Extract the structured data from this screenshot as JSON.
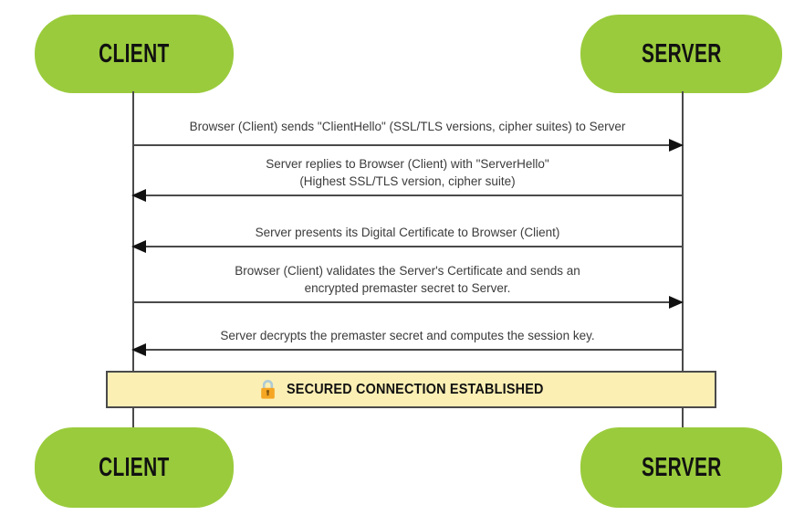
{
  "diagram": {
    "title": "SSL/TLS Handshake Sequence Diagram",
    "type": "sequence-diagram",
    "colors": {
      "actor_fill": "#9ACB3C",
      "banner_fill": "#FBEFB4",
      "line": "#4a4a4a",
      "text": "#3b3b3b",
      "lock_body": "#F5A623",
      "lock_shackle": "#AECBD6"
    }
  },
  "actors": {
    "client_top": "CLIENT",
    "server_top": "SERVER",
    "client_bottom": "CLIENT",
    "server_bottom": "SERVER"
  },
  "messages": [
    {
      "text": "Browser (Client) sends \"ClientHello\" (SSL/TLS versions, cipher suites) to Server",
      "direction": "right"
    },
    {
      "text": "Server replies to Browser (Client) with \"ServerHello\"\n(Highest SSL/TLS version, cipher suite)",
      "direction": "left"
    },
    {
      "text": "Server presents its Digital Certificate to Browser (Client)",
      "direction": "left"
    },
    {
      "text": "Browser (Client) validates the Server's Certificate and sends an\nencrypted premaster secret to Server.",
      "direction": "right"
    },
    {
      "text": "Server decrypts the premaster secret and computes the session key.",
      "direction": "left"
    }
  ],
  "banner": {
    "label": "SECURED CONNECTION ESTABLISHED",
    "icon": "lock-icon"
  }
}
